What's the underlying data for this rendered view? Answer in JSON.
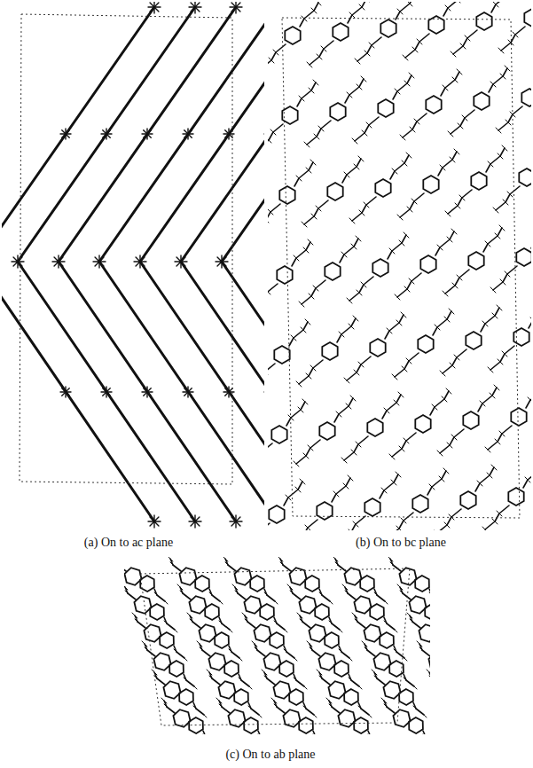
{
  "diagram": {
    "labels": [
      "(a) On to ac plane",
      "(b) On to bc plane",
      "(c) On to ab plane"
    ]
  }
}
